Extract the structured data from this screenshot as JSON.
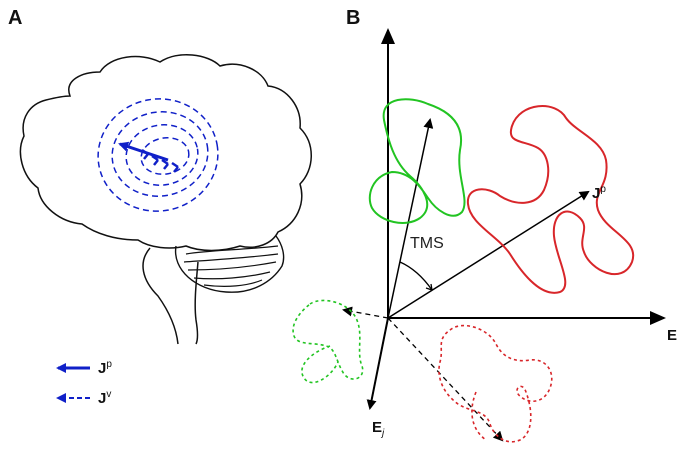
{
  "panels": {
    "a": {
      "label": "A"
    },
    "b": {
      "label": "B"
    }
  },
  "legend": {
    "primary_symbol": "J",
    "primary_superscript": "p",
    "volume_symbol": "J",
    "volume_superscript": "v"
  },
  "axes": {
    "horizontal_label": "E",
    "lower_symbol": "E",
    "lower_subscript": "j"
  },
  "vector": {
    "symbol": "J",
    "superscript": "p"
  },
  "angle_label": "TMS",
  "colors": {
    "current_lines": "#1020c8",
    "green_loop": "#22c422",
    "red_loop": "#d8262a",
    "axes": "#000000"
  }
}
